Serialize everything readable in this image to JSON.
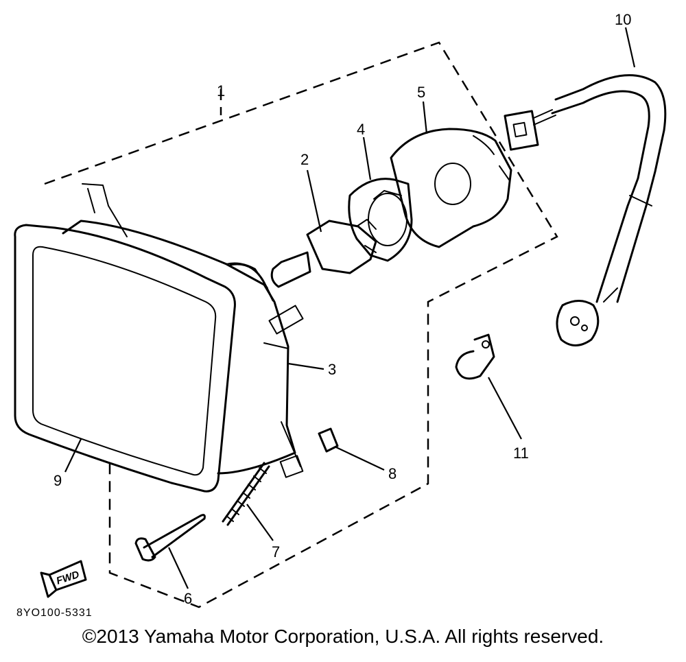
{
  "callouts": {
    "c1": "1",
    "c2": "2",
    "c3": "3",
    "c4": "4",
    "c5": "5",
    "c6": "6",
    "c7": "7",
    "c8": "8",
    "c9": "9",
    "c10": "10",
    "c11": "11"
  },
  "fwd_label": "FWD",
  "drawing_code": "8YO100-5331",
  "copyright": "©2013 Yamaha Motor Corporation, U.S.A. All rights reserved."
}
